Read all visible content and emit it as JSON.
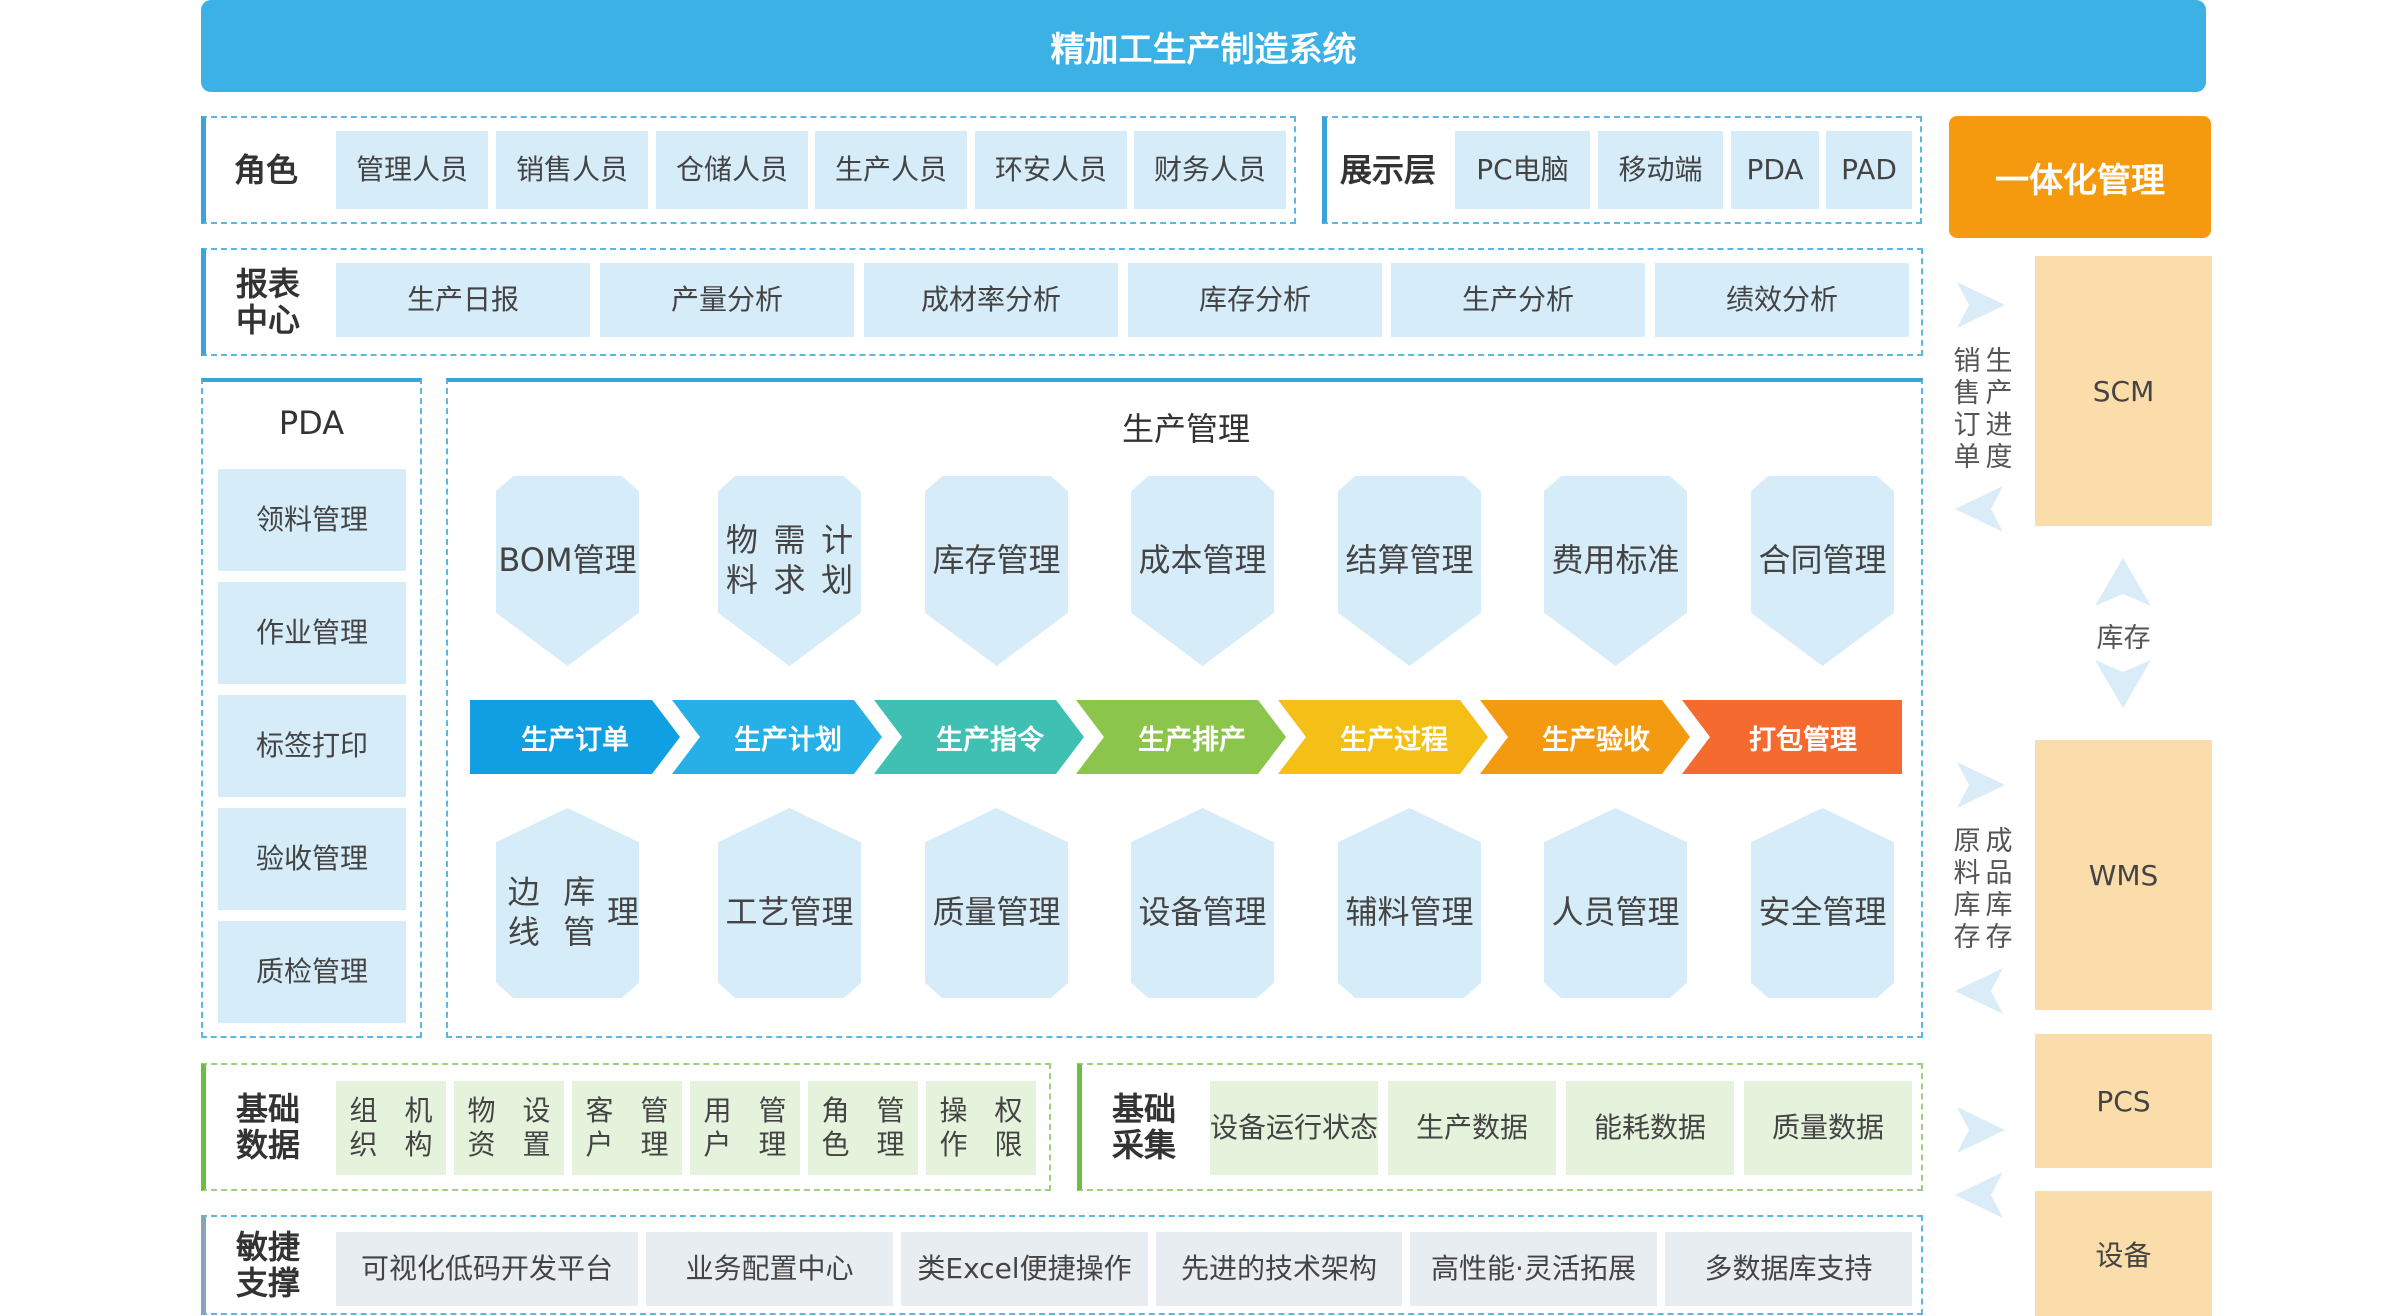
{
  "title": "精加工生产制造系统",
  "roles": {
    "label": "角色",
    "items": [
      "管理人员",
      "销售人员",
      "仓储人员",
      "生产人员",
      "环安人员",
      "财务人员"
    ]
  },
  "display": {
    "label": "展示层",
    "items": [
      "PC电脑",
      "移动端",
      "PDA",
      "PAD"
    ]
  },
  "integrated": "一体化管理",
  "reports": {
    "label_line1": "报表",
    "label_line2": "中心",
    "items": [
      "生产日报",
      "产量分析",
      "成材率分析",
      "库存分析",
      "生产分析",
      "绩效分析"
    ]
  },
  "pda": {
    "title": "PDA",
    "items": [
      "领料管理",
      "作业管理",
      "标签打印",
      "验收管理",
      "质检管理"
    ]
  },
  "production": {
    "title": "生产管理",
    "top": [
      [
        "BOM",
        "管理"
      ],
      [
        "物料",
        "需求",
        "计划"
      ],
      [
        "库存",
        "管理"
      ],
      [
        "成本",
        "管理"
      ],
      [
        "结算",
        "管理"
      ],
      [
        "费用",
        "标准"
      ],
      [
        "合同",
        "管理"
      ]
    ],
    "flow": [
      "生产订单",
      "生产计划",
      "生产指令",
      "生产排产",
      "生产过程",
      "生产验收",
      "打包管理"
    ],
    "bottom": [
      [
        "边线",
        "库管",
        "理"
      ],
      [
        "工艺",
        "管理"
      ],
      [
        "质量",
        "管理"
      ],
      [
        "设备",
        "管理"
      ],
      [
        "辅料",
        "管理"
      ],
      [
        "人员",
        "管理"
      ],
      [
        "安全",
        "管理"
      ]
    ]
  },
  "base_data": {
    "label_line1": "基础",
    "label_line2": "数据",
    "items": [
      [
        "组织",
        "机构"
      ],
      [
        "物资",
        "设置"
      ],
      [
        "客户",
        "管理"
      ],
      [
        "用户",
        "管理"
      ],
      [
        "角色",
        "管理"
      ],
      [
        "操作",
        "权限"
      ]
    ]
  },
  "base_collect": {
    "label_line1": "基础",
    "label_line2": "采集",
    "items": [
      [
        "设备运",
        "行状态"
      ],
      [
        "生产",
        "数据"
      ],
      [
        "能耗",
        "数据"
      ],
      [
        "质量",
        "数据"
      ]
    ]
  },
  "agile": {
    "label_line1": "敏捷",
    "label_line2": "支撑",
    "items": [
      "可视化低码开发平台",
      "业务配置中心",
      "类Excel便捷操作",
      "先进的技术架构",
      "高性能·灵活拓展",
      "多数据库支持"
    ]
  },
  "right": {
    "scm": "SCM",
    "wms": "WMS",
    "pcs": "PCS",
    "device": "设备",
    "stock": "库存",
    "flow1": [
      [
        "销",
        "售",
        "订",
        "单"
      ],
      [
        "生",
        "产",
        "进",
        "度"
      ]
    ],
    "flow2": [
      [
        "原",
        "料",
        "库",
        "存"
      ],
      [
        "成",
        "品",
        "库",
        "存"
      ]
    ]
  },
  "colors": {
    "flow": [
      "#109fe1",
      "#27b0e8",
      "#3fc0b2",
      "#8cc54b",
      "#f4bf16",
      "#f49a10",
      "#f56a2f"
    ]
  }
}
